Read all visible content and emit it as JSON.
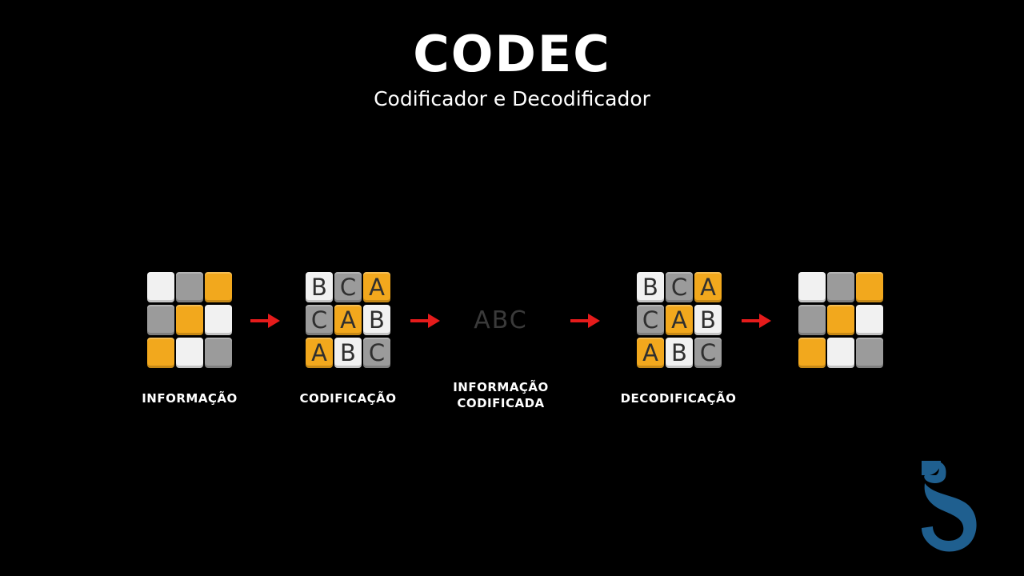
{
  "title": "CODEC",
  "subtitle": "Codificador e Decodificador",
  "colors": {
    "background": "#000000",
    "white": "#f1f1f1",
    "gray": "#9b9b9b",
    "orange": "#f2a81d",
    "arrow": "#e51b1b",
    "logo": "#1f5f8f",
    "encoded_text": "#3a3a3a"
  },
  "grids": {
    "information": {
      "colors": [
        "white",
        "gray",
        "orange",
        "gray",
        "orange",
        "white",
        "orange",
        "white",
        "gray"
      ],
      "letters": [
        "",
        "",
        "",
        "",
        "",
        "",
        "",
        "",
        ""
      ]
    },
    "encoding": {
      "colors": [
        "white",
        "gray",
        "orange",
        "gray",
        "orange",
        "white",
        "orange",
        "white",
        "gray"
      ],
      "letters": [
        "B",
        "C",
        "A",
        "C",
        "A",
        "B",
        "A",
        "B",
        "C"
      ]
    },
    "decoding": {
      "colors": [
        "white",
        "gray",
        "orange",
        "gray",
        "orange",
        "white",
        "orange",
        "white",
        "gray"
      ],
      "letters": [
        "B",
        "C",
        "A",
        "C",
        "A",
        "B",
        "A",
        "B",
        "C"
      ]
    },
    "result": {
      "colors": [
        "white",
        "gray",
        "orange",
        "gray",
        "orange",
        "white",
        "orange",
        "white",
        "gray"
      ],
      "letters": [
        "",
        "",
        "",
        "",
        "",
        "",
        "",
        "",
        ""
      ]
    }
  },
  "encoded_text": "ABC",
  "labels": {
    "information": "INFORMAÇÃO",
    "encoding": "CODIFICAÇÃO",
    "encoded_information": "INFORMAÇÃO\nCODIFICADA",
    "decoding": "DECODIFICAÇÃO"
  },
  "logo_icon": "stylized-s-logo-icon"
}
